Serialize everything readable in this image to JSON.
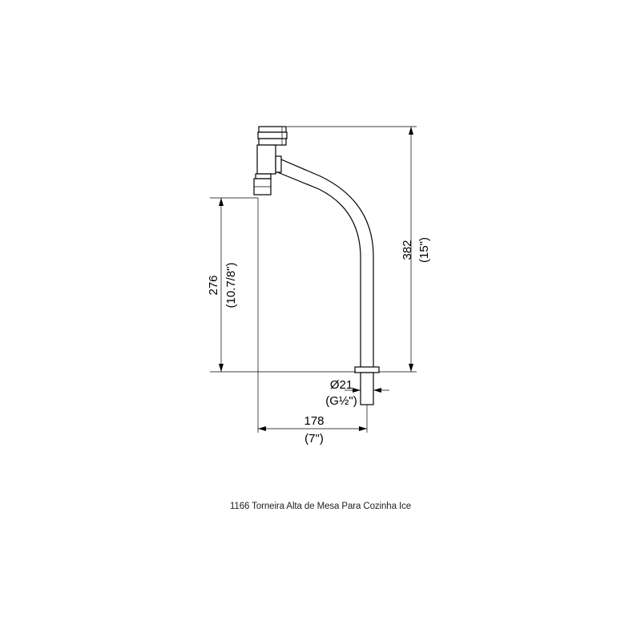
{
  "dimensions": {
    "spout_height": {
      "value": "276",
      "imperial": "(10.7/8\")"
    },
    "total_height": {
      "value": "382",
      "imperial": "(15\")"
    },
    "thread": {
      "value": "Ø21",
      "imperial": "(G½\")"
    },
    "reach": {
      "value": "178",
      "imperial": "(7\")"
    }
  },
  "caption": "1166 Torneira Alta de Mesa Para Cozinha Ice"
}
